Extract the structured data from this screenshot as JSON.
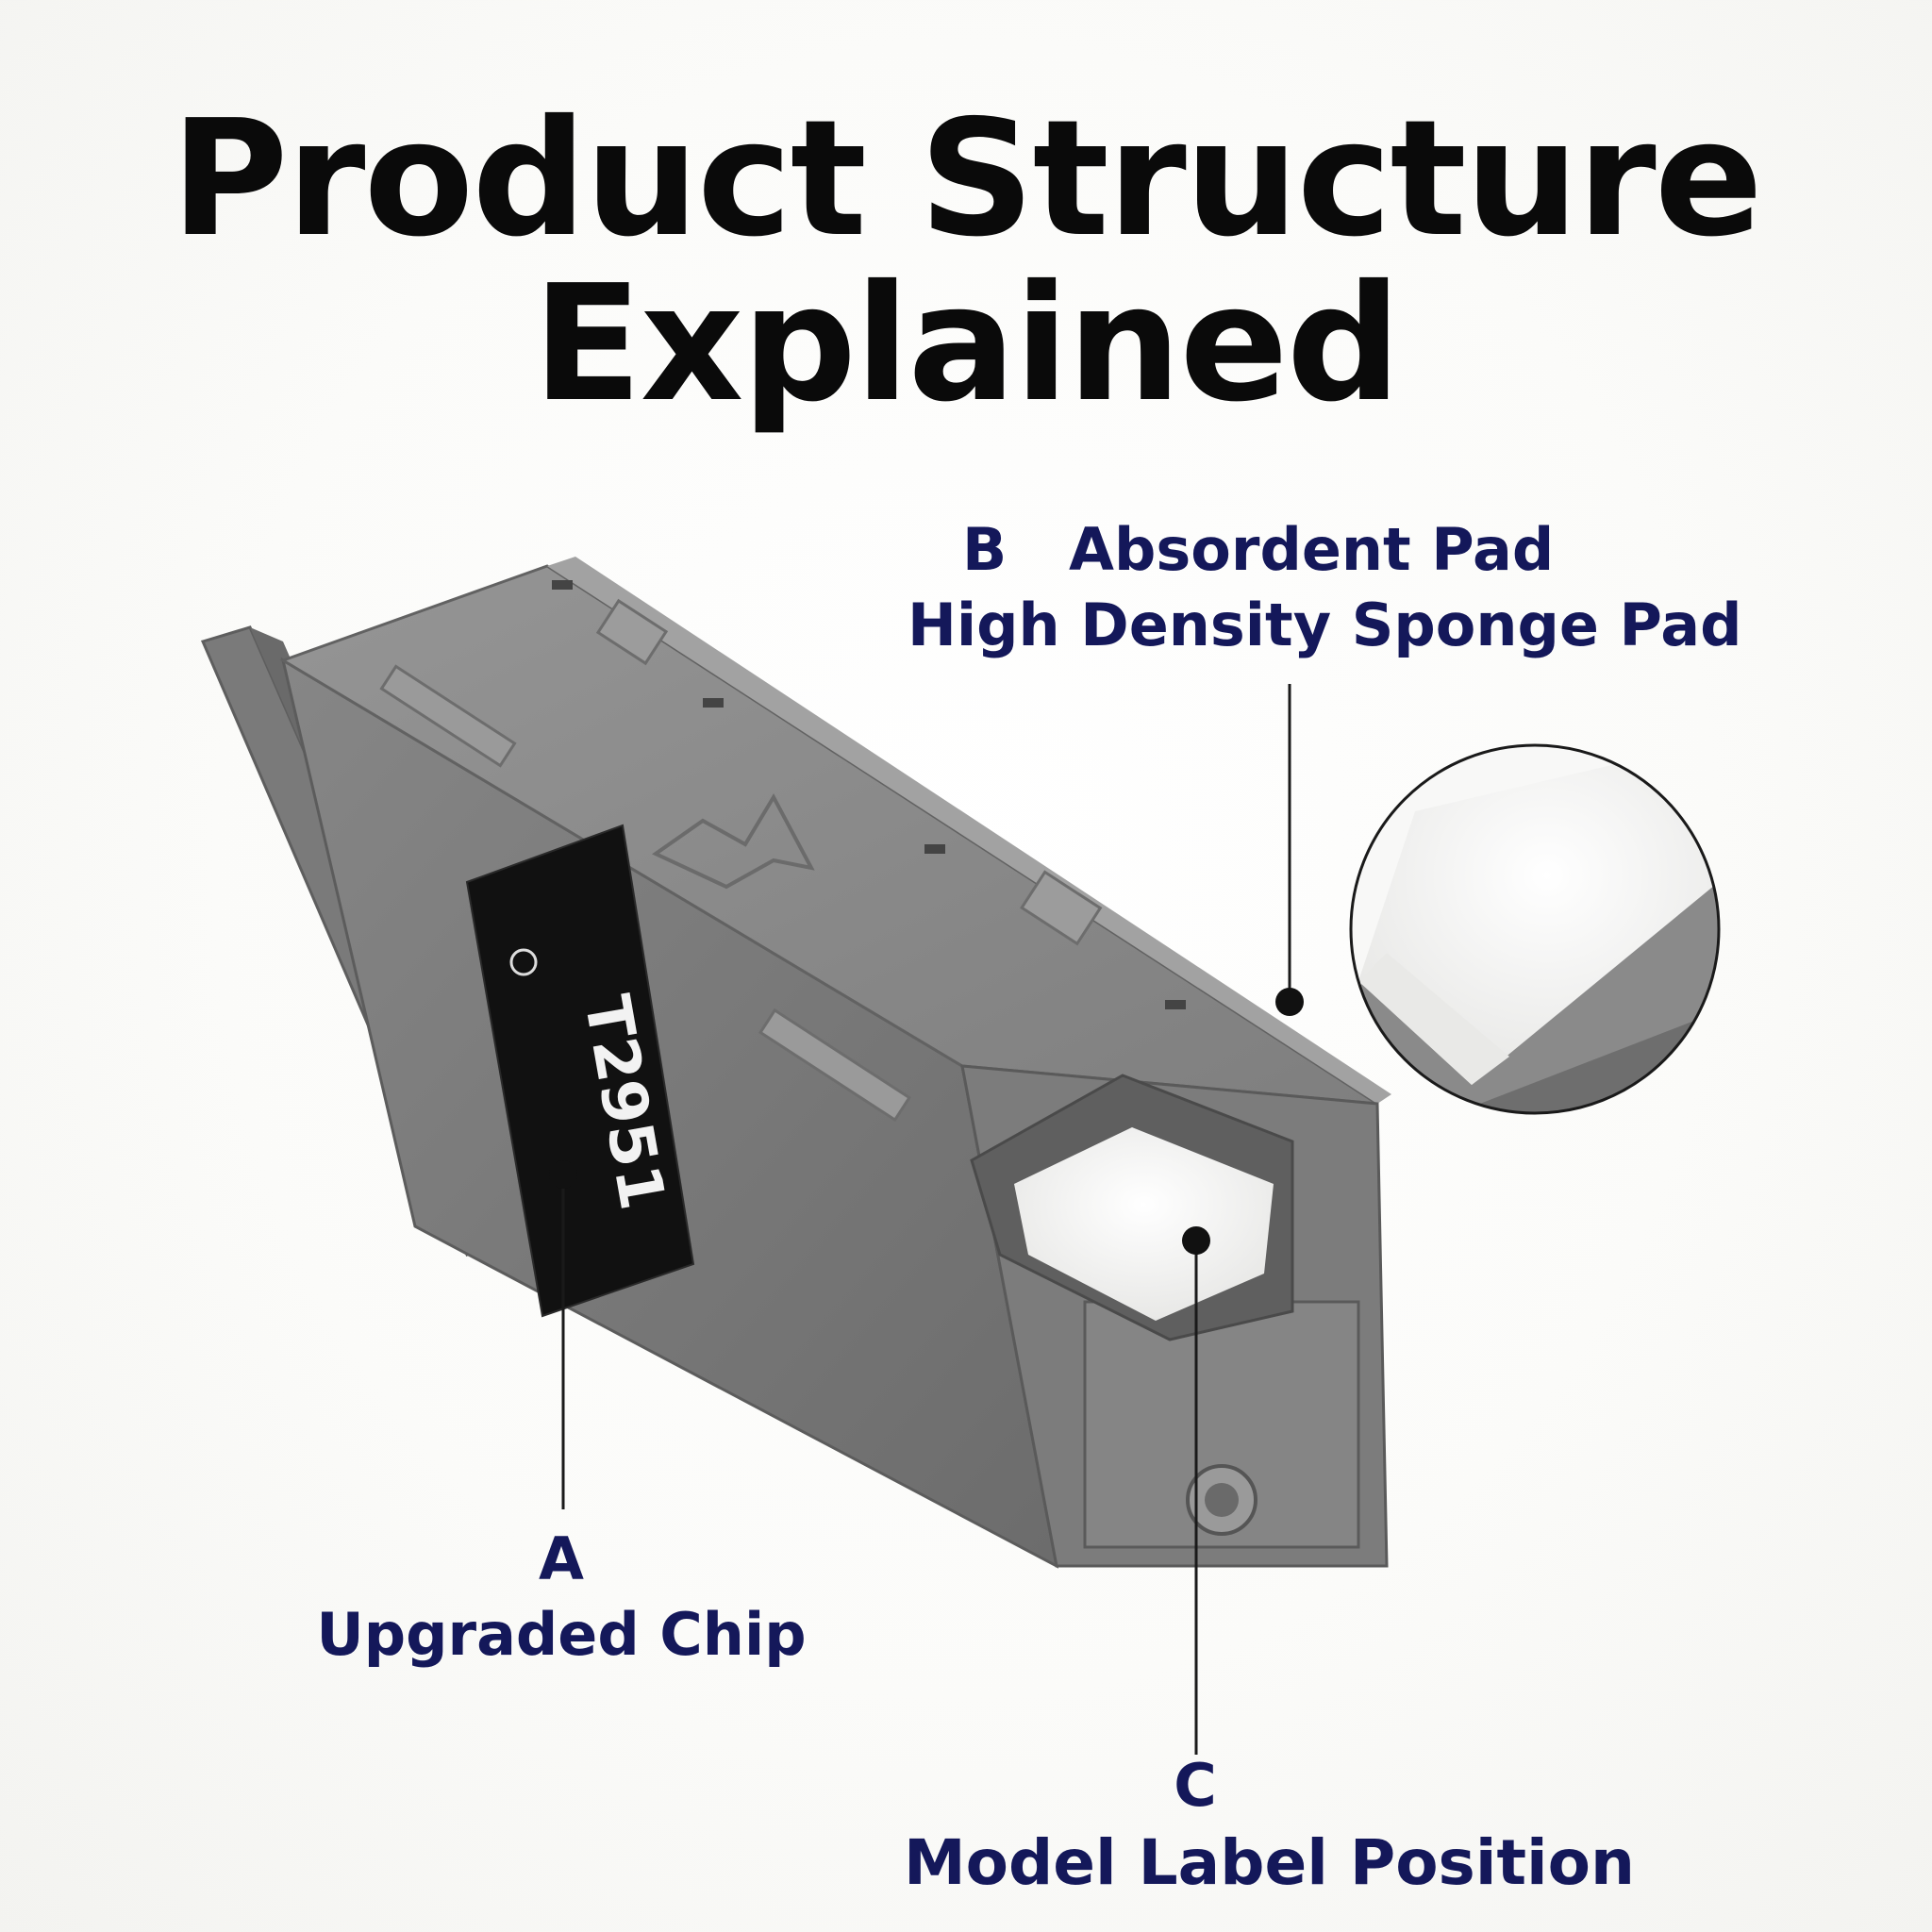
{
  "title": {
    "line1": "Product Structure",
    "line2": "Explained"
  },
  "callouts": {
    "a": {
      "letter": "A",
      "label": "Upgraded Chip"
    },
    "b": {
      "letter": "B",
      "label": "Absordent Pad",
      "sublabel": "High Density Sponge Pad"
    },
    "c": {
      "letter": "C",
      "label": "Model Label Position"
    }
  },
  "product_label": {
    "model": "T2951"
  },
  "colors": {
    "callout_text": "#14185a",
    "title_text": "#0a0a0a",
    "housing": "#8a8a8a",
    "sponge": "#f2f2f0"
  }
}
